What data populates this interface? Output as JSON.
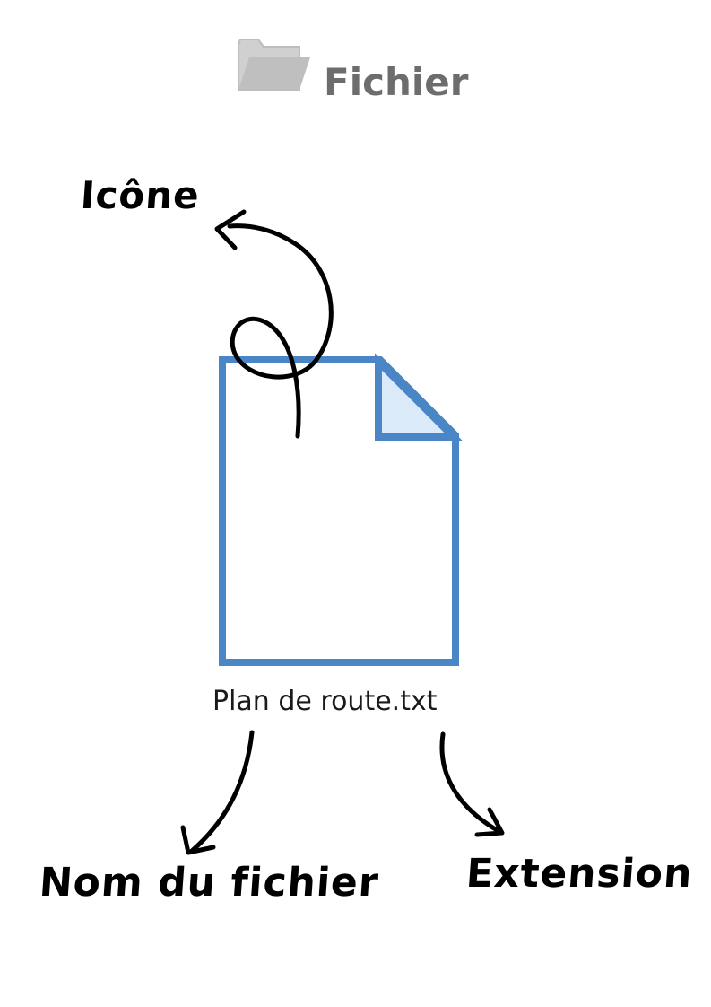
{
  "header": {
    "title": "Fichier",
    "icon": "folder-icon"
  },
  "labels": {
    "icon": "Icône",
    "file_name": "Nom du fichier",
    "extension": "Extension"
  },
  "file": {
    "name": "Plan de route.txt",
    "icon": "file-document-icon"
  },
  "colors": {
    "file_stroke": "#4a86c5",
    "file_fold_fill": "#dbeaf9",
    "header_gray": "#6d6d6d",
    "folder_gray": "#c6c6c6",
    "ink": "#000000"
  }
}
